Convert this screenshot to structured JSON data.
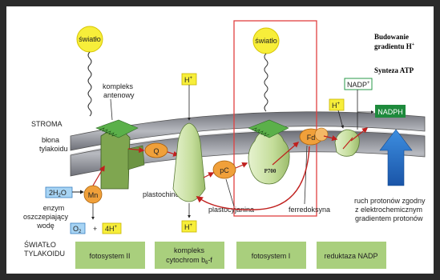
{
  "light_label": "światło",
  "side_notes": {
    "line1": "Budowanie",
    "line2": "gradientu H",
    "plus": "+",
    "line3": "Synteza ATP"
  },
  "labels": {
    "antenna_line1": "kompleks",
    "antenna_line2": "antenowy",
    "stroma": "STROMA",
    "membrane_line1": "błona",
    "membrane_line2": "tylakoidu",
    "water": "2H",
    "water_sub": "2",
    "water_o": "O",
    "mn": "Mn",
    "enzyme_line1": "enzym",
    "enzyme_line2": "oszczepiający",
    "enzyme_line3": "wodę",
    "o2": "O",
    "o2_sub": "2",
    "plus": "+",
    "four_h": "4H",
    "h_plus_sup": "+",
    "q": "Q",
    "plastoquinone": "plastochinon",
    "h": "H",
    "pc": "pC",
    "plastocyanin": "plastocyjanina",
    "p700": "P700",
    "fd": "Fd",
    "ferredoxin": "ferredoksyna",
    "nadp": "NADP",
    "nadph": "NADPH",
    "proton_flow_line1": "ruch protonów zgodny",
    "proton_flow_line2": "z elektrochemicznym",
    "proton_flow_line3": "gradientem protonów",
    "lumen_line1": "ŚWIATŁO",
    "lumen_line2": "TYLAKOIDU"
  },
  "bottom_boxes": {
    "ps2": "fotosystem II",
    "cyt_line1": "kompleks",
    "cyt_line2": "cytochrom b",
    "cyt_sub": "6",
    "cyt_suffix": "-f",
    "ps1": "fotosystem I",
    "nadp_reductase": "reduktaza NADP"
  },
  "colors": {
    "light_bulb": "#f7ee3a",
    "protein_green": "#c4dd9a",
    "carrier_orange": "#f0a03a",
    "membrane": "#8d9098",
    "bottom_box": "#a9cf7d",
    "red_arrow": "#c0201e",
    "highlight_box": "#e04040",
    "blue_arrow": "#2470c8",
    "nadph_green": "#1e8a3c"
  }
}
